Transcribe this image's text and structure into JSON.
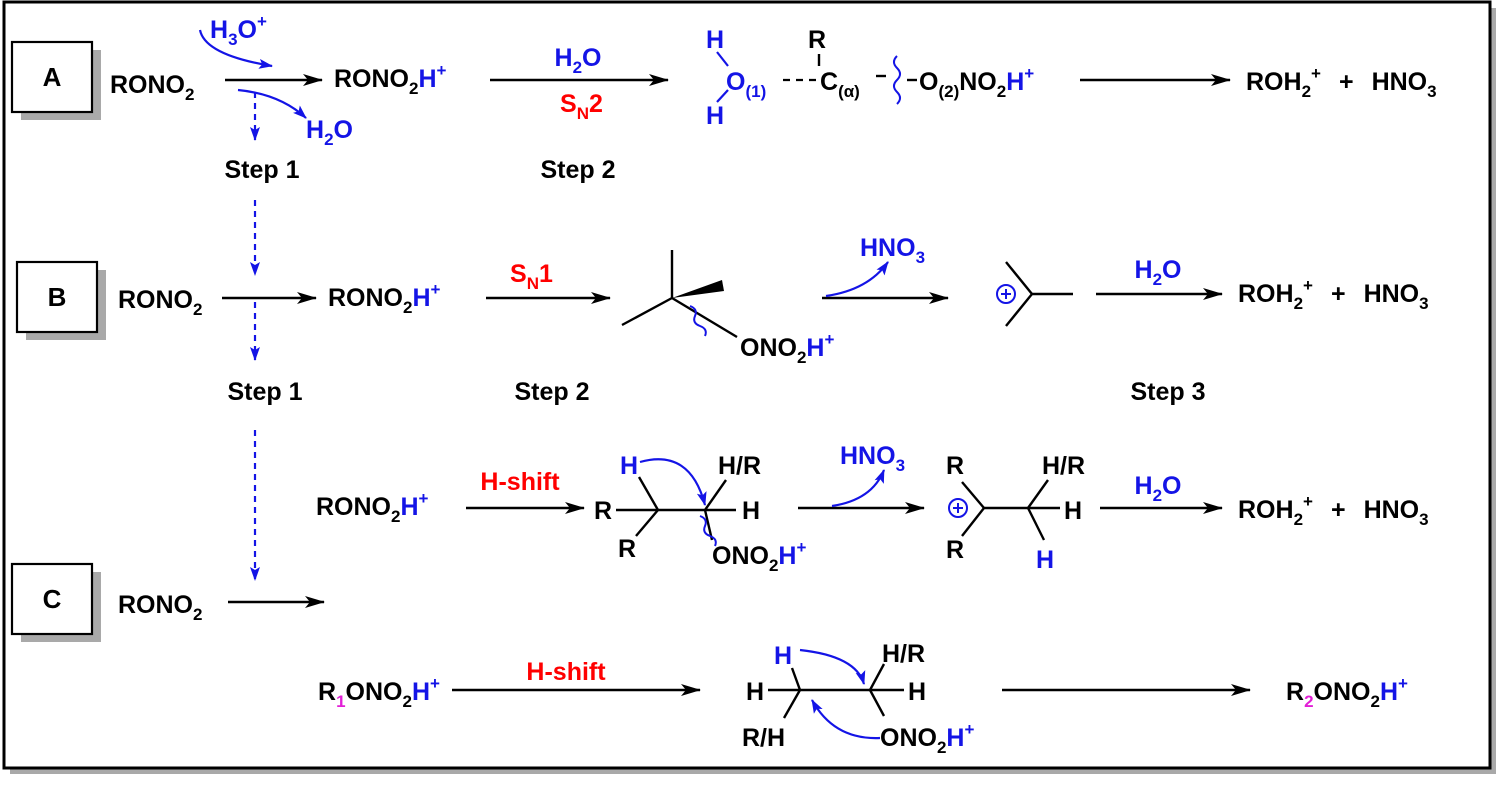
{
  "panels": {
    "A": {
      "label": "A",
      "reactant": "RONO2",
      "protonated": "RONO2H+",
      "reagent_in": "H3O+",
      "byproduct": "H2O",
      "step_reagent": "H2O",
      "mechanism": "SN2",
      "transition_state": "H2O(1)---C(α)-O(2)NO2H+",
      "substituent": "R",
      "products": "ROH2+ + HNO3",
      "step1": "Step 1",
      "step2": "Step 2"
    },
    "B": {
      "label": "B",
      "reactant": "RONO2",
      "protonated": "RONO2H+",
      "mechanism": "SN1",
      "leaving": "ONO2H+",
      "released": "HNO3",
      "step_reagent": "H2O",
      "products": "ROH2+ + HNO3",
      "step1": "Step 1",
      "step2": "Step 2",
      "step3": "Step 3"
    },
    "C": {
      "label": "C",
      "reactant": "RONO2",
      "upper": {
        "start": "RONO2H+",
        "shift": "H-shift",
        "released": "HNO3",
        "reagent": "H2O",
        "products": "ROH2+ + HNO3",
        "labels": [
          "R",
          "R",
          "H",
          "H/R",
          "H",
          "ONO2H+",
          "R",
          "R",
          "H/R",
          "H",
          "H"
        ]
      },
      "lower": {
        "start": "R1ONO2H+",
        "shift": "H-shift",
        "product": "R2ONO2H+",
        "labels": [
          "H",
          "H/R",
          "H",
          "H",
          "R/H",
          "ONO2H+"
        ]
      }
    }
  },
  "colors": {
    "text": "#000000",
    "highlight": "#1414e6",
    "mechanism": "#ff0000",
    "index": "#e21fd6"
  },
  "icons": [
    "curved-arrow-icon",
    "wavy-bond-icon",
    "carbocation-plus-icon",
    "wedge-bond-icon"
  ]
}
